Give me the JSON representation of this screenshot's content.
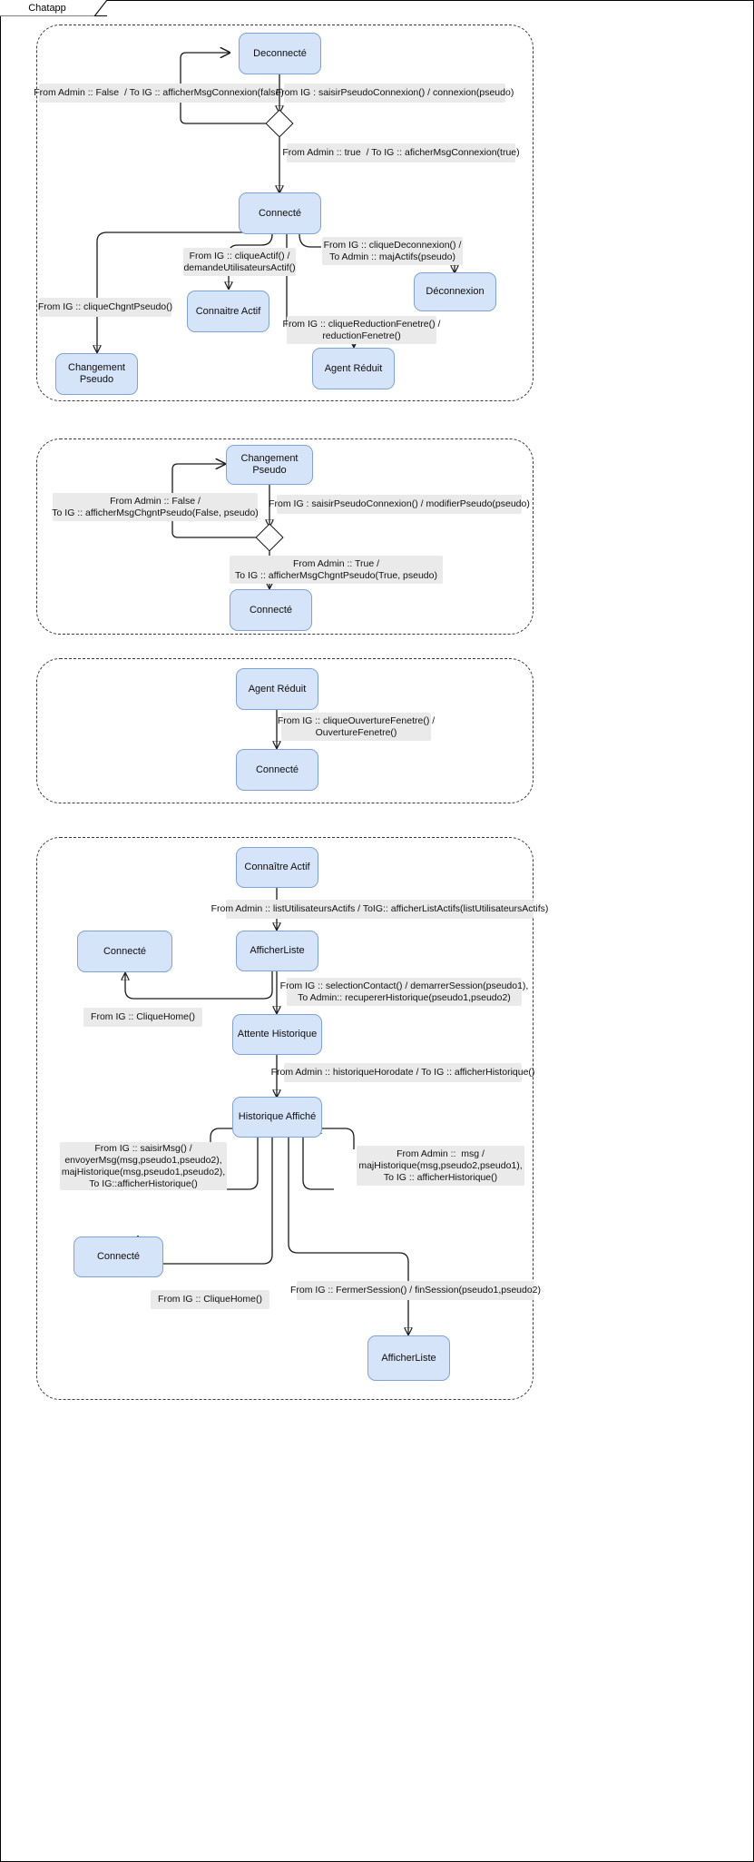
{
  "page": {
    "title": "Chatapp",
    "colors": {
      "node_fill": "#d6e4fa",
      "node_stroke": "#7ea3d6",
      "label_fill": "#eaeaea",
      "edge": "#1a1a1a",
      "region_border": "#3a3a3a"
    }
  },
  "regions": [
    {
      "id": "region-connexion"
    },
    {
      "id": "region-changement-pseudo"
    },
    {
      "id": "region-agent-reduit"
    },
    {
      "id": "region-historique"
    }
  ],
  "nodes": {
    "r1": {
      "deconnecte": "Deconnecté",
      "connecte": "Connecté",
      "connaitre_actif": "Connaitre Actif",
      "deconnexion": "Déconnexion",
      "changement_pseudo": "Changement Pseudo",
      "agent_reduit": "Agent Réduit"
    },
    "r2": {
      "changement_pseudo": "Changement Pseudo",
      "connecte": "Connecté"
    },
    "r3": {
      "agent_reduit": "Agent Réduit",
      "connecte": "Connecté"
    },
    "r4": {
      "connaitre_actif": "Connaître Actif",
      "afficher_liste": "AfficherListe",
      "connecte_top": "Connecté",
      "attente_historique": "Attente Historique",
      "historique_affiche": "Historique Affiché",
      "connecte_bottom": "Connecté",
      "afficher_liste_bottom": "AfficherListe"
    }
  },
  "labels": {
    "r1": {
      "admin_false": "From Admin :: False  / To IG :: afficherMsgConnexion(false)",
      "saisir_pseudo": "From IG : saisirPseudoConnexion() / connexion(pseudo)",
      "admin_true": "From Admin :: true  / To IG :: aficherMsgConnexion(true)",
      "clique_actif": "From IG :: cliqueActif() /\ndemandeUtilisateursActif()",
      "clique_deconnexion": "From IG :: cliqueDeconnexion() /\nTo Admin :: majActifs(pseudo)",
      "clique_chgnt_pseudo": "From IG :: cliqueChgntPseudo()",
      "clique_reduction": "From IG :: cliqueReductionFenetre() /\nreductionFenetre()"
    },
    "r2": {
      "admin_false": "From Admin :: False /\nTo IG :: afficherMsgChgntPseudo(False, pseudo)",
      "saisir_pseudo": "From IG : saisirPseudoConnexion() / modifierPseudo(pseudo)",
      "admin_true": "From Admin :: True /\nTo IG :: afficherMsgChgntPseudo(True, pseudo)"
    },
    "r3": {
      "clique_ouverture": "From IG :: cliqueOuvertureFenetre() /\nOuvertureFenetre()"
    },
    "r4": {
      "list_actifs": "From Admin :: listUtilisateursActifs / ToIG:: afficherListActifs(listUtilisateursActifs)",
      "selection_contact": "From IG :: selectionContact() / demarrerSession(pseudo1),\nTo Admin:: recupererHistorique(pseudo1,pseudo2)",
      "clique_home_top": "From IG :: CliqueHome()",
      "historique_horodate": "From Admin :: historiqueHorodate / To IG :: afficherHistorique()",
      "saisir_msg": "From IG :: saisirMsg() /\nenvoyerMsg(msg,pseudo1,pseudo2),\nmajHistorique(msg,pseudo1,pseudo2),\nTo IG::afficherHistorique()",
      "admin_msg": "From Admin ::  msg /\nmajHistorique(msg,pseudo2,pseudo1),\nTo IG :: afficherHistorique()",
      "clique_home_bottom": "From IG :: CliqueHome()",
      "fermer_session": "From IG :: FermerSession() / finSession(pseudo1,pseudo2)"
    }
  }
}
